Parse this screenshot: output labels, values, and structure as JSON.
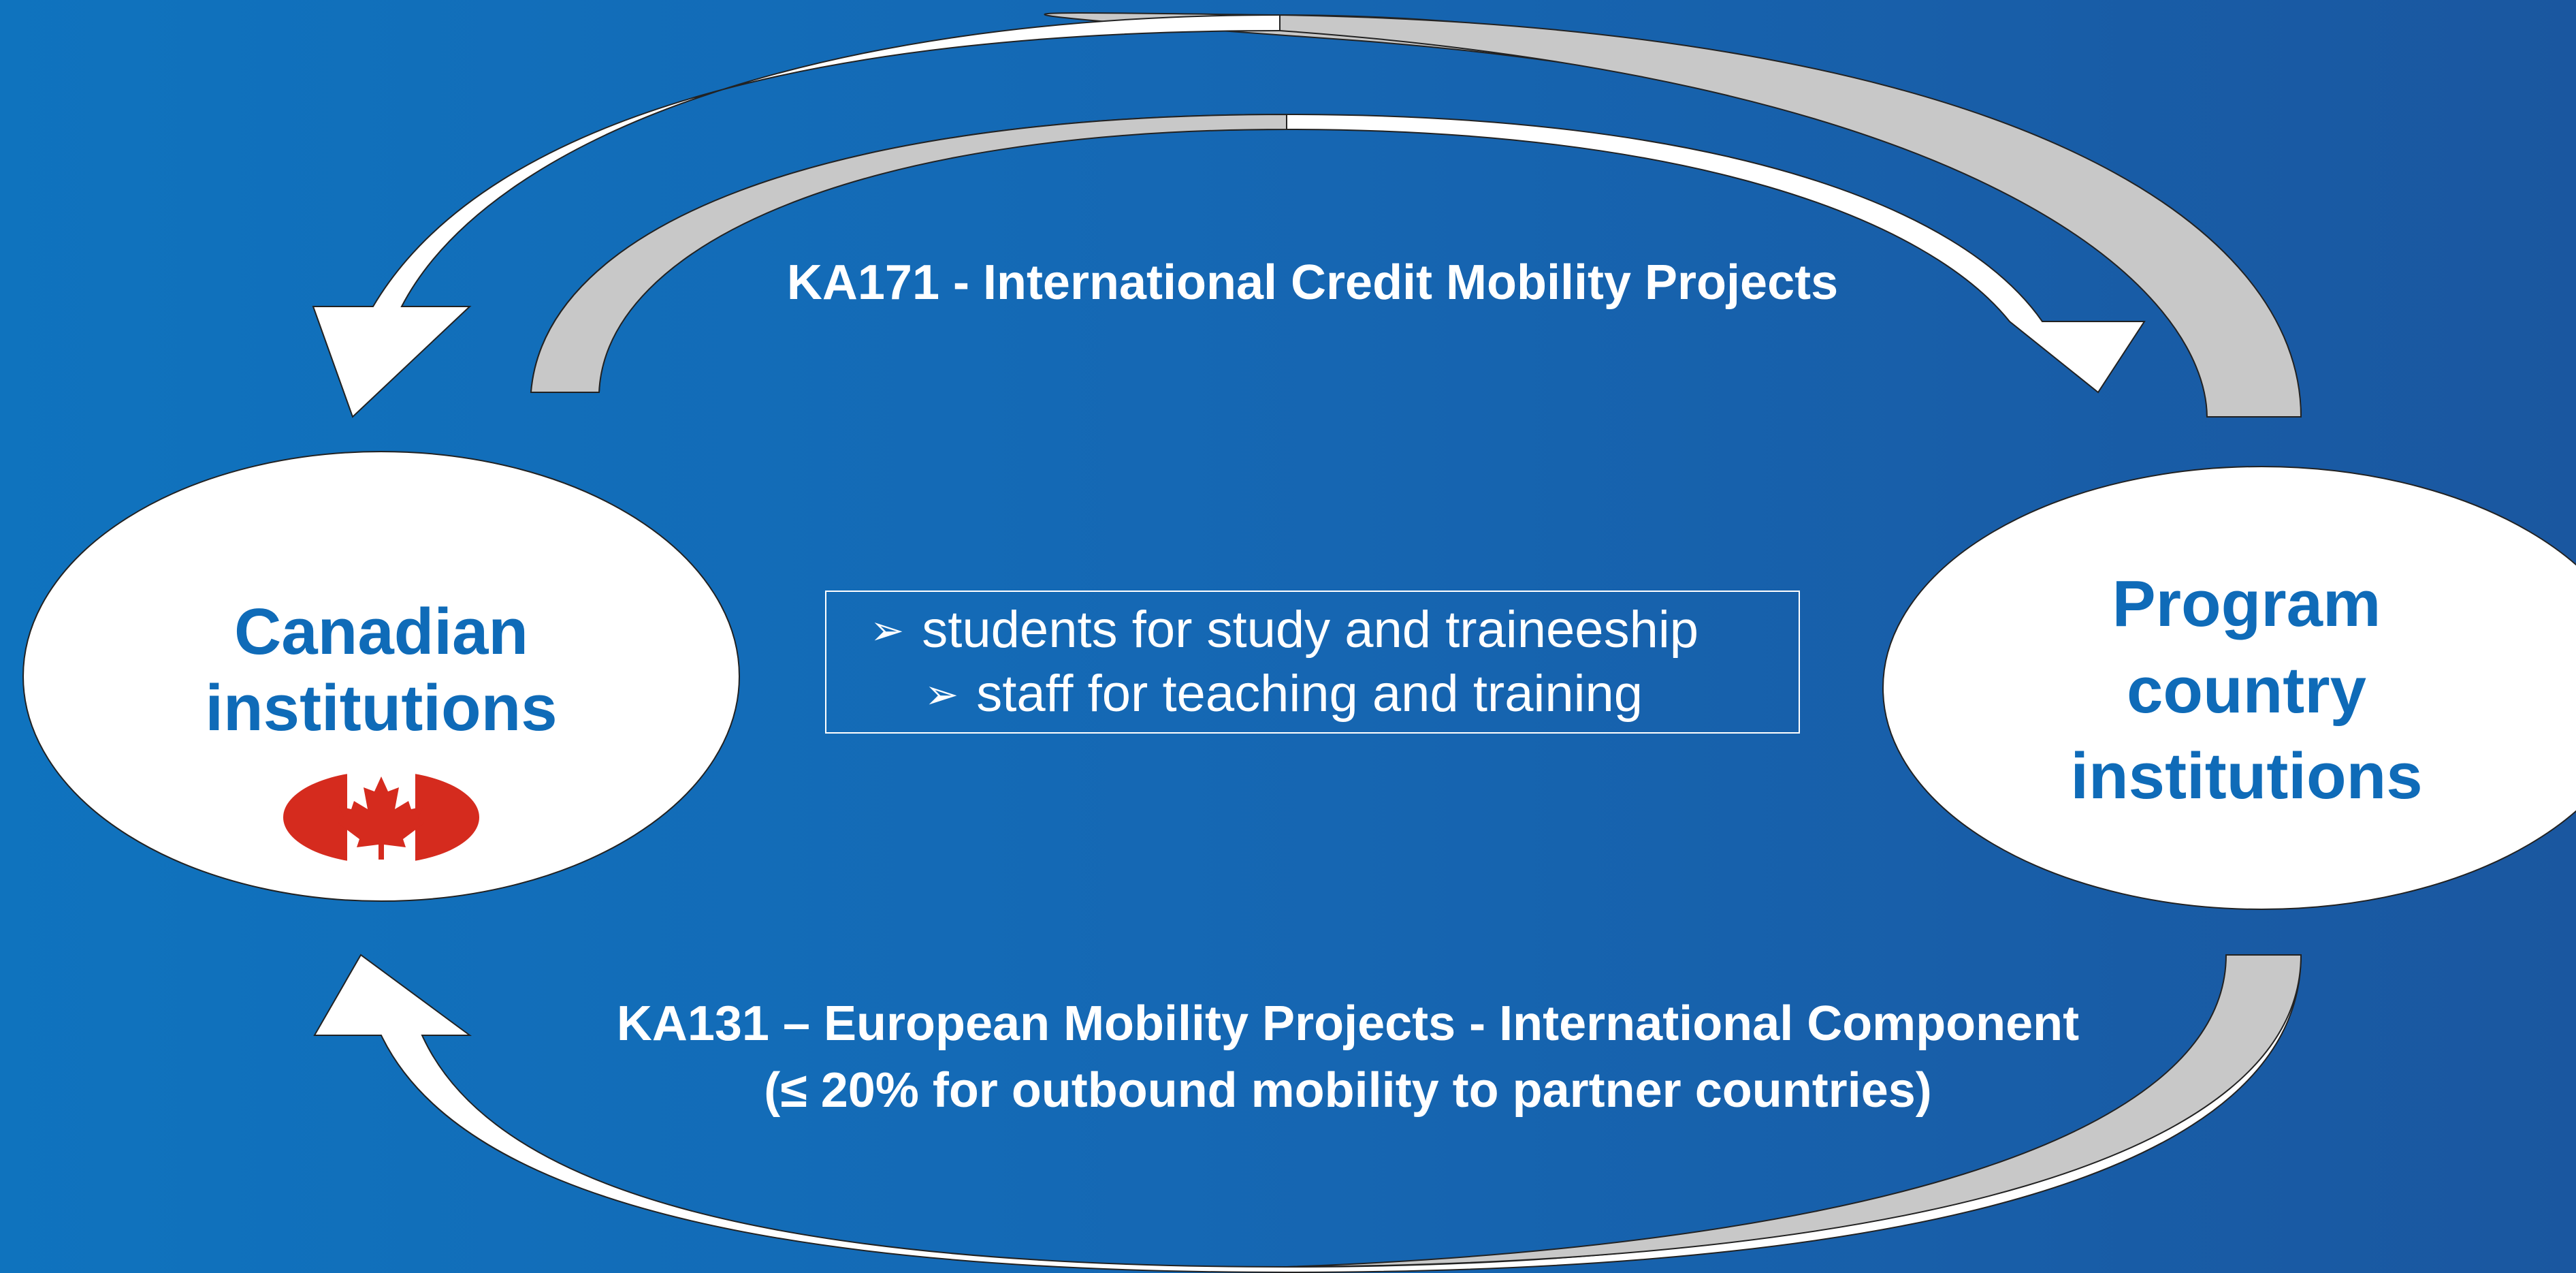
{
  "arrows": {
    "top": {
      "label": "KA171 - International Credit Mobility Projects"
    },
    "bottom": {
      "label_line1": "KA131 – European Mobility Projects - International Component",
      "label_line2": "(≤ 20% for outbound mobility to partner countries)"
    }
  },
  "nodes": {
    "canadian": {
      "line1": "Canadian",
      "line2": "institutions",
      "flag_icon": "canada-flag-icon"
    },
    "program": {
      "line1": "Program",
      "line2": "country",
      "line3": "institutions"
    }
  },
  "info_box": {
    "bullet_icon": "arrowhead-bullet-icon",
    "items": [
      "students for study and traineeship",
      "staff for teaching and training"
    ]
  },
  "colors": {
    "background_start": "#0f73be",
    "background_end": "#1a57a0",
    "node_text": "#0f6bb8",
    "arrow_fill": "#ffffff",
    "arrow_shadow": "#c8c8c8",
    "flag_red": "#d52b1e"
  }
}
